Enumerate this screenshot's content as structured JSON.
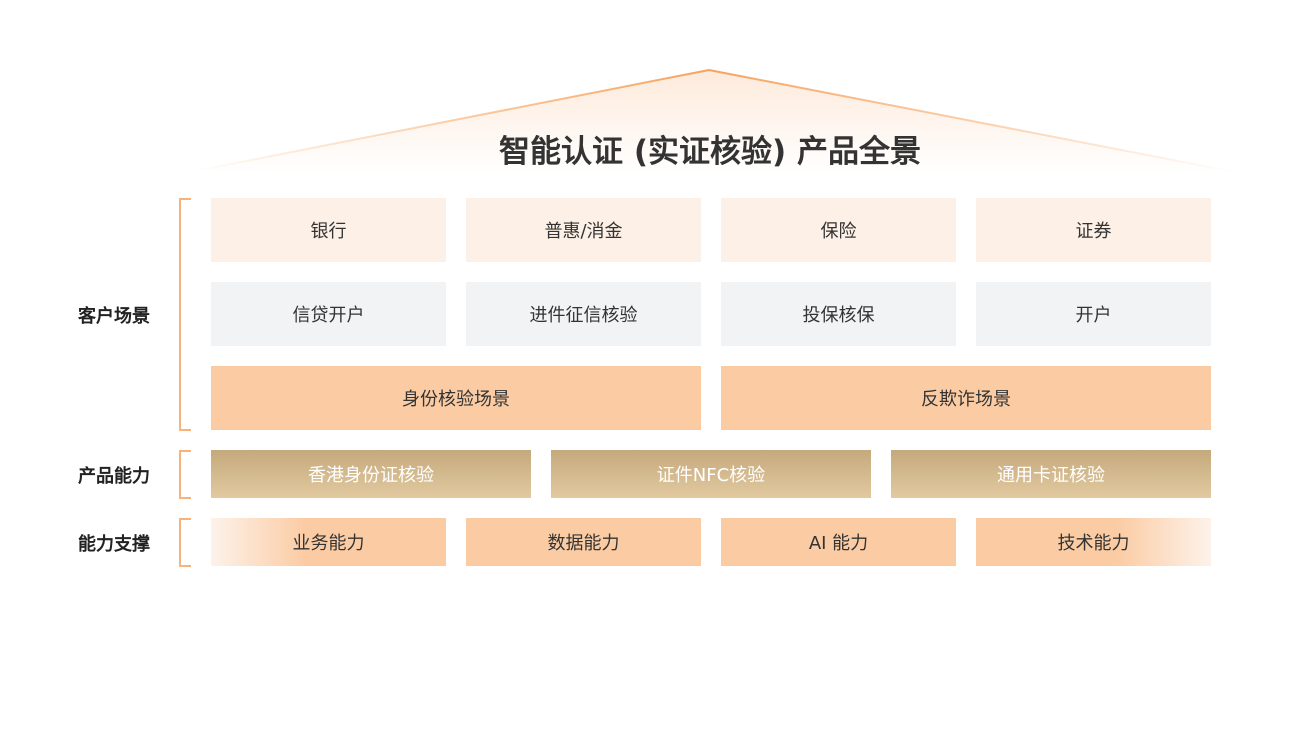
{
  "title": "智能认证 (实证核验) 产品全景",
  "rows": {
    "customer_scenarios": {
      "label": "客户场景",
      "industries": [
        "银行",
        "普惠/消金",
        "保险",
        "证券"
      ],
      "use_cases": [
        "信贷开户",
        "进件征信核验",
        "投保核保",
        "开户"
      ],
      "scenario_groups": [
        "身份核验场景",
        "反欺诈场景"
      ]
    },
    "product_capabilities": {
      "label": "产品能力",
      "items": [
        "香港身份证核验",
        "证件NFC核验",
        "通用卡证核验"
      ]
    },
    "capability_support": {
      "label": "能力支撑",
      "items": [
        "业务能力",
        "数据能力",
        "AI 能力",
        "技术能力"
      ]
    }
  },
  "colors": {
    "accent": "#f8a25c",
    "peach": "#fdf0e6",
    "orange": "#fbcca4",
    "gold": "#c4a97c"
  }
}
